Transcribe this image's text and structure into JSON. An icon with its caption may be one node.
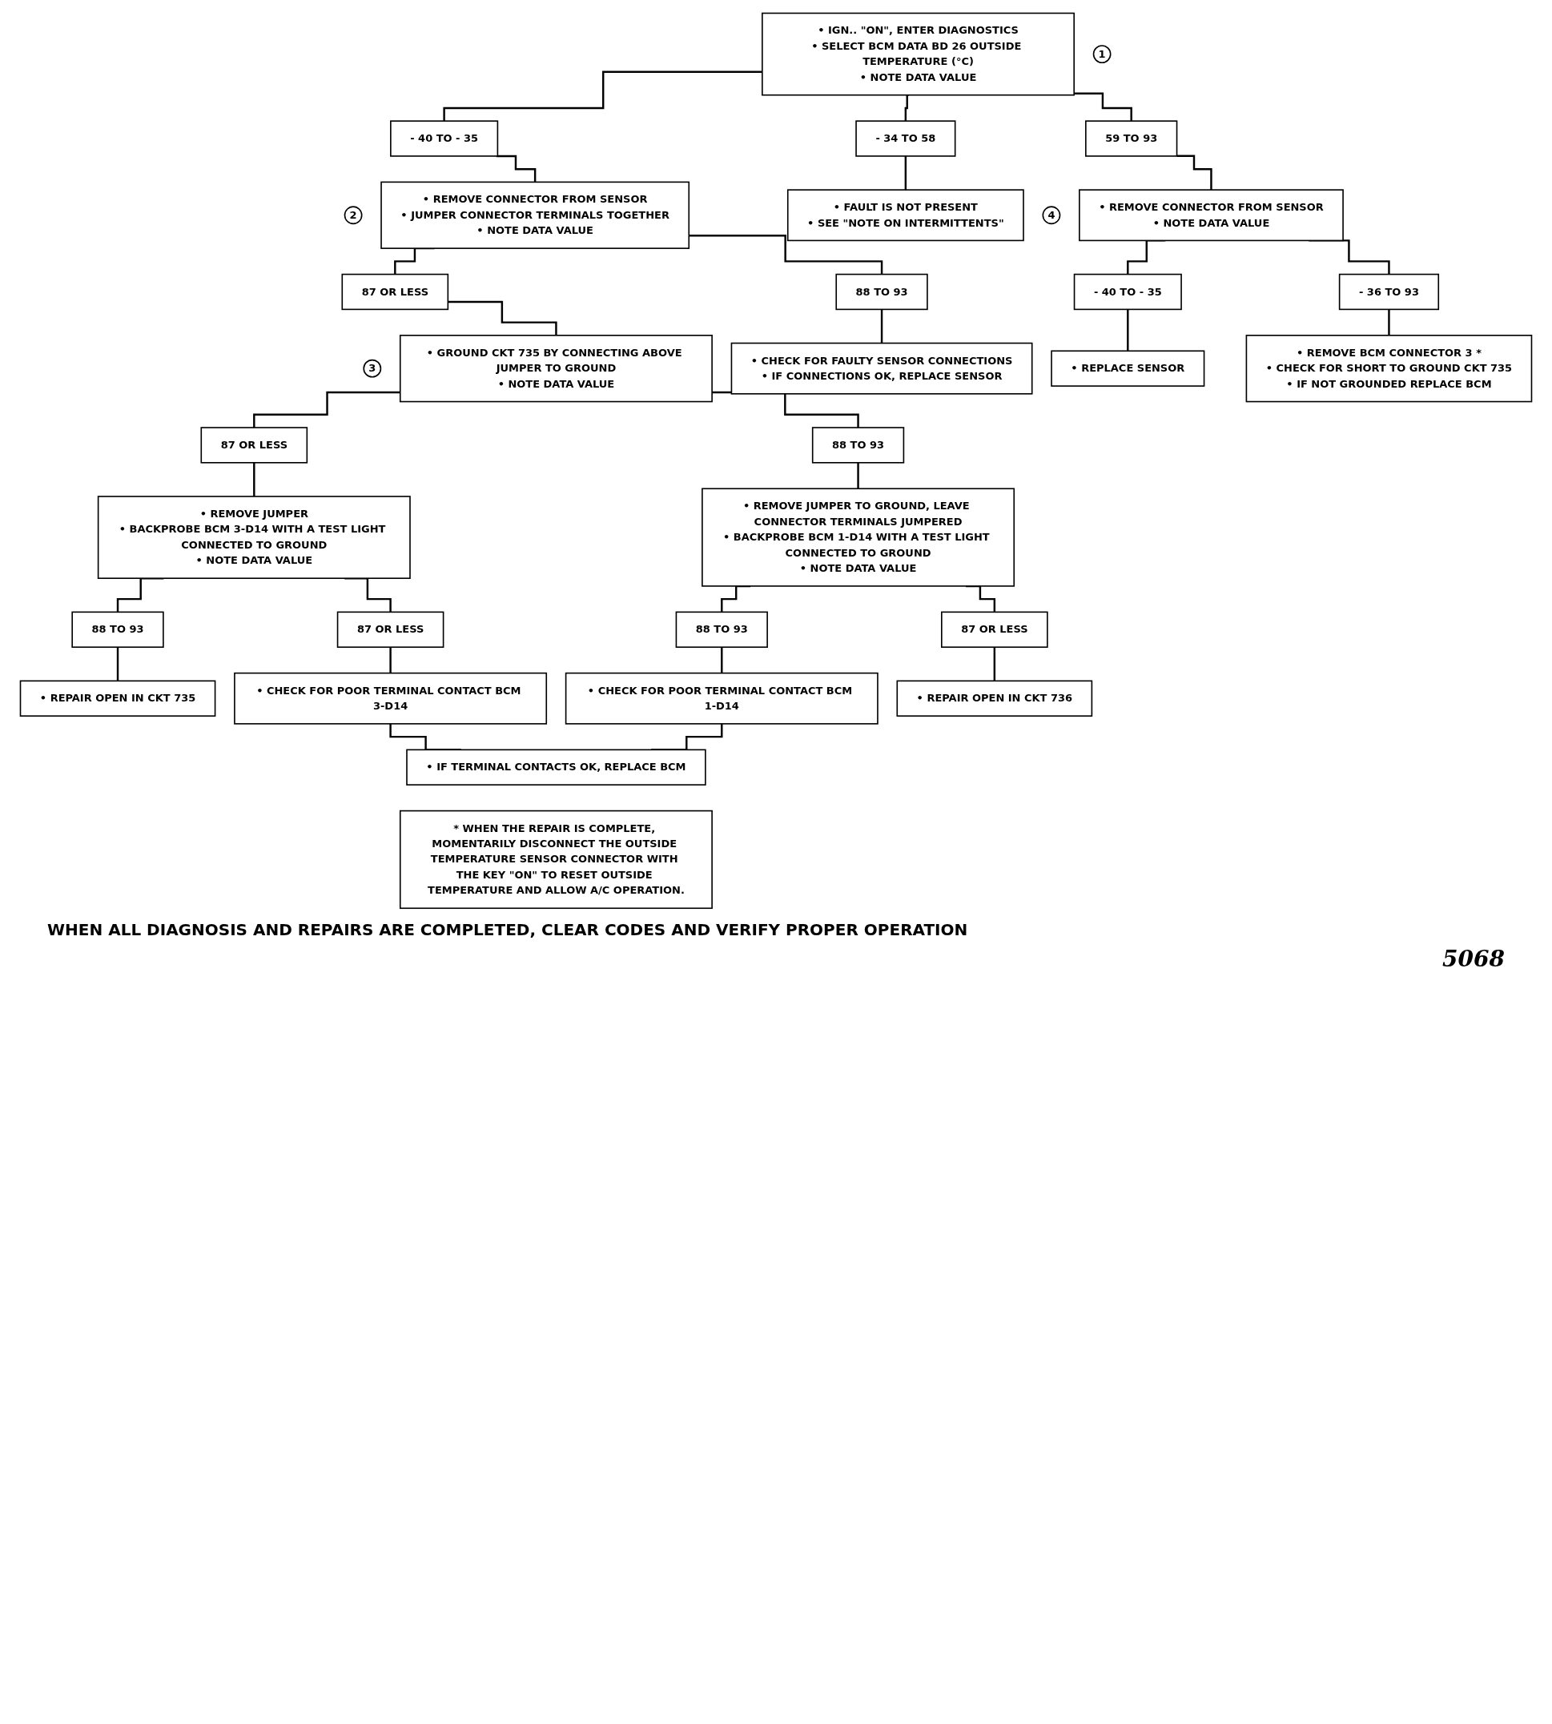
{
  "diagram": {
    "nodes": [
      {
        "text": [
          "• IGN.. \"ON\", ENTER DIAGNOSTICS",
          "• SELECT BCM DATA BD 26 OUTSIDE TEMPERATURE (°C)",
          "• NOTE DATA VALUE"
        ],
        "beside": [
          "1"
        ]
      },
      {
        "text": [
          "- 40 TO - 35"
        ]
      },
      {
        "text": [
          "- 34 TO 58"
        ]
      },
      {
        "text": [
          "59 TO 93"
        ]
      },
      {
        "text": [
          "• REMOVE CONNECTOR FROM SENSOR",
          "• JUMPER CONNECTOR TERMINALS TOGETHER",
          "• NOTE DATA VALUE"
        ],
        "beside": [
          "2"
        ]
      },
      {
        "text": [
          "• FAULT IS NOT PRESENT",
          "• SEE \"NOTE ON INTERMITTENTS\""
        ]
      },
      {
        "text": [
          "• REMOVE CONNECTOR FROM SENSOR",
          "• NOTE DATA VALUE"
        ],
        "beside": [
          "4"
        ]
      },
      {
        "text": [
          "87 OR LESS"
        ]
      },
      {
        "text": [
          "88 TO 93"
        ]
      },
      {
        "text": [
          "- 40 TO - 35"
        ]
      },
      {
        "text": [
          "- 36 TO 93"
        ]
      },
      {
        "text": [
          "• GROUND CKT 735 BY CONNECTING ABOVE JUMPER TO GROUND",
          "• NOTE DATA VALUE"
        ],
        "beside": [
          "3"
        ]
      },
      {
        "text": [
          "• CHECK FOR FAULTY SENSOR CONNECTIONS",
          "• IF CONNECTIONS OK, REPLACE SENSOR"
        ]
      },
      {
        "text": [
          "• REPLACE SENSOR"
        ]
      },
      {
        "text": [
          "• REMOVE BCM CONNECTOR 3 *",
          "• CHECK FOR SHORT TO GROUND CKT 735",
          "• IF NOT GROUNDED REPLACE BCM"
        ]
      },
      {
        "text": [
          "87 OR LESS"
        ]
      },
      {
        "text": [
          "88 TO 93"
        ]
      },
      {
        "text": [
          "• REMOVE JUMPER",
          "• BACKPROBE BCM 3-D14 WITH A TEST LIGHT CONNECTED TO GROUND",
          "• NOTE DATA VALUE"
        ]
      },
      {
        "text": [
          "• REMOVE JUMPER TO GROUND, LEAVE CONNECTOR TERMINALS JUMPERED",
          "• BACKPROBE BCM 1-D14 WITH A TEST LIGHT CONNECTED TO GROUND",
          "• NOTE DATA VALUE"
        ]
      },
      {
        "text": [
          "88 TO 93"
        ]
      },
      {
        "text": [
          "87 OR LESS"
        ]
      },
      {
        "text": [
          "88 TO 93"
        ]
      },
      {
        "text": [
          "87 OR LESS"
        ]
      },
      {
        "text": [
          "• REPAIR OPEN IN CKT 735"
        ]
      },
      {
        "text": [
          "• CHECK FOR POOR TERMINAL CONTACT BCM 3-D14"
        ]
      },
      {
        "text": [
          "• CHECK FOR POOR TERMINAL CONTACT BCM 1-D14"
        ]
      },
      {
        "text": [
          "• REPAIR OPEN IN CKT 736"
        ]
      },
      {
        "text": [
          "• IF TERMINAL CONTACTS OK, REPLACE BCM"
        ]
      },
      {
        "text": [
          "* WHEN THE REPAIR IS COMPLETE, MOMENTARILY DISCONNECT THE OUTSIDE TEMPERATURE SENSOR CONNECTOR WITH THE KEY \"ON\" TO RESET OUTSIDE TEMPERATURE AND ALLOW A/C OPERATION."
        ]
      }
    ],
    "edges": [
      {
        "from": 0,
        "to": 1,
        "arrow": "none"
      },
      {
        "from": 0,
        "to": 2,
        "arrow": "none"
      },
      {
        "from": 0,
        "to": 3,
        "arrow": "none"
      },
      {
        "from": 1,
        "to": 4,
        "arrow": "none"
      },
      {
        "from": 2,
        "to": 5,
        "arrow": "none"
      },
      {
        "from": 3,
        "to": 6,
        "arrow": "none"
      },
      {
        "from": 4,
        "to": 7,
        "arrow": "none"
      },
      {
        "from": 4,
        "to": 8,
        "arrow": "none"
      },
      {
        "from": 6,
        "to": 9,
        "arrow": "none"
      },
      {
        "from": 6,
        "to": 10,
        "arrow": "none"
      },
      {
        "from": 7,
        "to": 11,
        "arrow": "none"
      },
      {
        "from": 8,
        "to": 12,
        "arrow": "none"
      },
      {
        "from": 9,
        "to": 13,
        "arrow": "none"
      },
      {
        "from": 10,
        "to": 14,
        "arrow": "none"
      },
      {
        "from": 11,
        "to": 15,
        "arrow": "none"
      },
      {
        "from": 11,
        "to": 16,
        "arrow": "none"
      },
      {
        "from": 15,
        "to": 17,
        "arrow": "none"
      },
      {
        "from": 16,
        "to": 18,
        "arrow": "none"
      },
      {
        "from": 17,
        "to": 19,
        "arrow": "none"
      },
      {
        "from": 17,
        "to": 20,
        "arrow": "none"
      },
      {
        "from": 18,
        "to": 21,
        "arrow": "none"
      },
      {
        "from": 18,
        "to": 22,
        "arrow": "none"
      },
      {
        "from": 19,
        "to": 23,
        "arrow": "none"
      },
      {
        "from": 20,
        "to": 24,
        "arrow": "none"
      },
      {
        "from": 21,
        "to": 25,
        "arrow": "none"
      },
      {
        "from": 22,
        "to": 26,
        "arrow": "none"
      },
      {
        "from": 24,
        "to": 27,
        "arrow": "none"
      },
      {
        "from": 25,
        "to": 27,
        "arrow": "none"
      }
    ],
    "labels": [
      "WHEN ALL DIAGNOSIS AND REPAIRS ARE COMPLETED, CLEAR CODES AND VERIFY PROPER OPERATION",
      "5068"
    ]
  }
}
